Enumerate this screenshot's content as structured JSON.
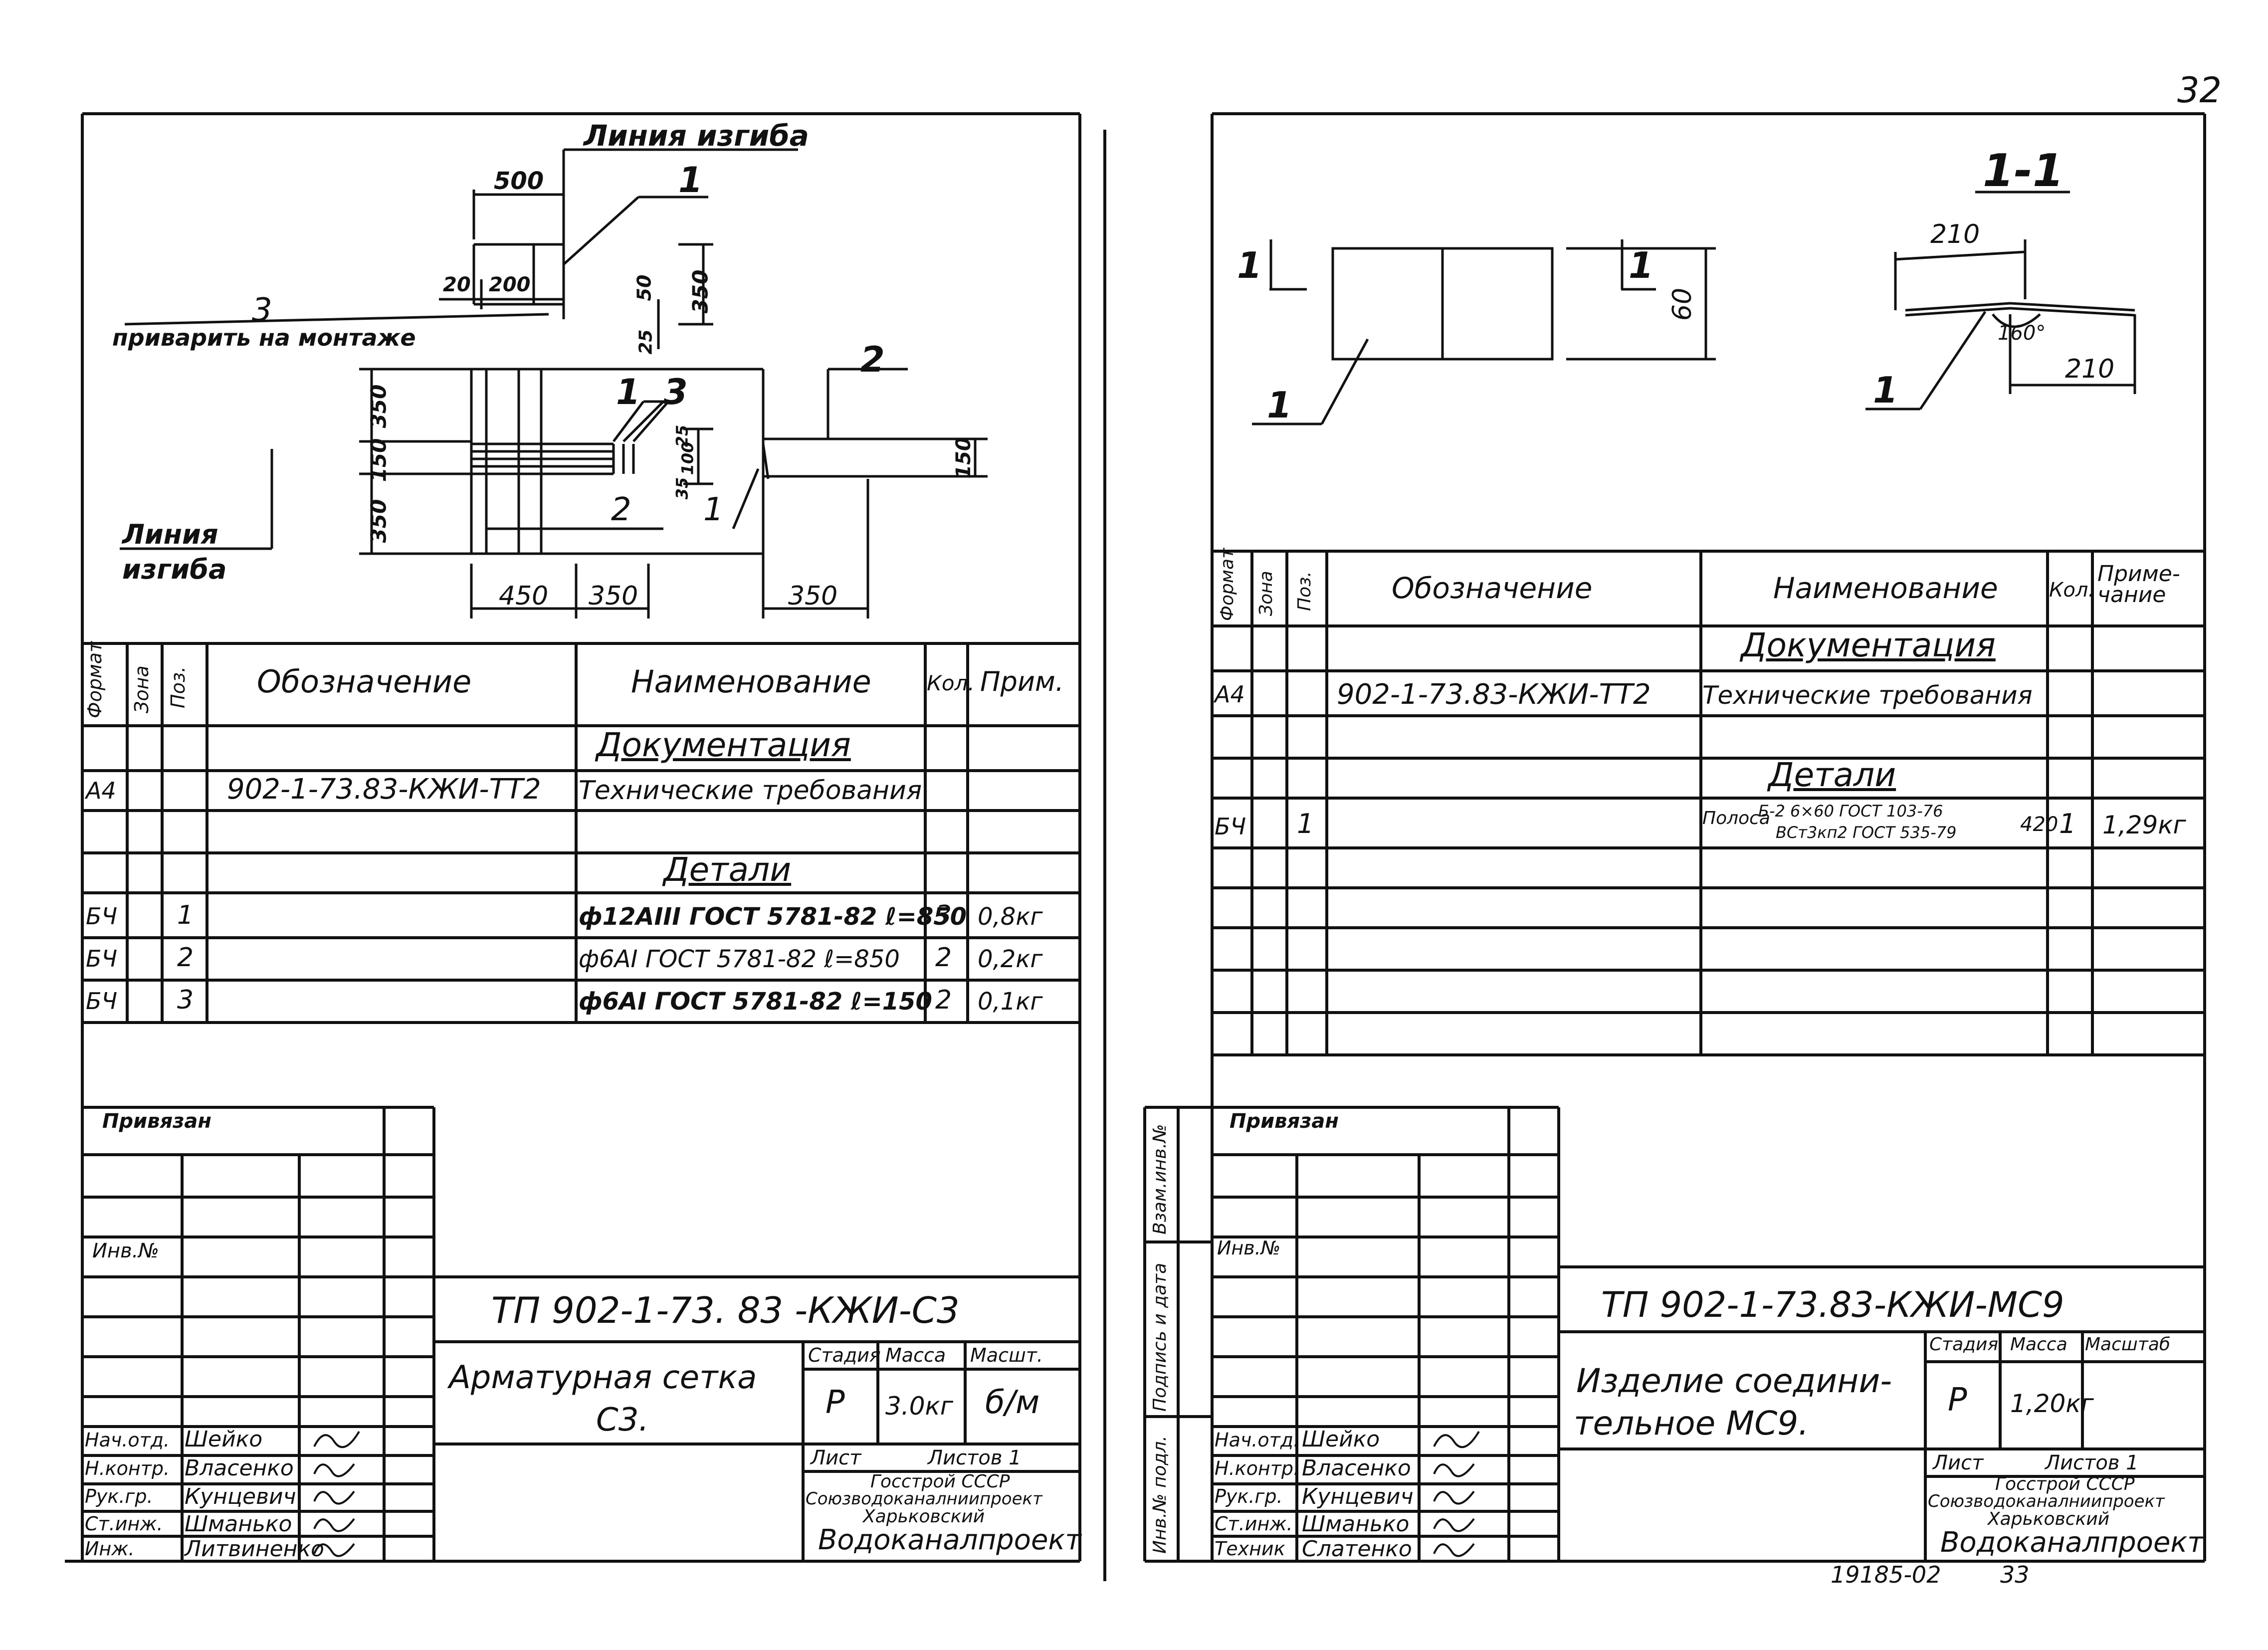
{
  "page_number": "32",
  "bottom_ref": "19185-02",
  "bottom_page": "33",
  "left_sheet": {
    "drawing": {
      "bend_line_top": "Линия изгиба",
      "bend_line_left_1": "Линия",
      "bend_line_left_2": "изгиба",
      "weld_note": "приварить на монтаже",
      "callout_3": "3",
      "callout_1_top": "1",
      "callout_2_right": "2",
      "callout_1_mid": "1",
      "callout_3_mid": "3",
      "callout_2_mid": "2",
      "callout_1_low": "1",
      "dims": {
        "d500": "500",
        "d20": "20",
        "d200": "200",
        "d50": "50",
        "d350_top": "350",
        "d25": "25",
        "d350_a": "350",
        "d150_a": "150",
        "d350_b": "350",
        "d35": "35",
        "d100": "100",
        "d25_b": "25",
        "d150_b": "150",
        "d450": "450",
        "d350_c": "350",
        "d350_d": "350"
      }
    },
    "spec": {
      "headers": [
        "Формат",
        "Зона",
        "Поз.",
        "Обозначение",
        "Наименование",
        "Кол.",
        "Прим."
      ],
      "section_docs": "Документация",
      "doc_row": {
        "format": "А4",
        "designation": "902-1-73.83-КЖИ-ТТ2",
        "name": "Технические требования"
      },
      "section_parts": "Детали",
      "rows": [
        {
          "format": "БЧ",
          "pos": "1",
          "name": "ф12АIII ГОСТ 5781-82 ℓ=850",
          "qty": "3",
          "note": "0,8кг"
        },
        {
          "format": "БЧ",
          "pos": "2",
          "name": "ф6АI  ГОСТ 5781-82  ℓ=850",
          "qty": "2",
          "note": "0,2кг"
        },
        {
          "format": "БЧ",
          "pos": "3",
          "name": "ф6АI ГОСТ 5781-82 ℓ=150",
          "qty": "2",
          "note": "0,1кг"
        }
      ]
    },
    "title_block": {
      "bound": "Привязан",
      "inv": "Инв.№",
      "code": "ТП 902-1-73. 83   -КЖИ-С3",
      "name_1": "Арматурная сетка",
      "name_2": "С3.",
      "stage_label": "Стадия",
      "mass_label": "Масса",
      "scale_label": "Масшт.",
      "stage": "Р",
      "mass": "3.0кг",
      "scale": "б/м",
      "sheet_label": "Лист",
      "sheets_label": "Листов 1",
      "org_1": "Госстрой СССР",
      "org_2": "Союзводоканалниипроект",
      "org_3": "Харьковский",
      "org_4": "Водоканалпроект",
      "people": [
        {
          "role": "Нач.отд.",
          "name": "Шейко"
        },
        {
          "role": "Н.контр.",
          "name": "Власенко"
        },
        {
          "role": "Рук.гр.",
          "name": "Кунцевич"
        },
        {
          "role": "Ст.инж.",
          "name": "Шманько"
        },
        {
          "role": "Инж.",
          "name": "Литвиненко"
        }
      ]
    }
  },
  "right_sheet": {
    "drawing": {
      "section_title": "1-1",
      "cut_left": "1",
      "cut_right": "1",
      "callout_plate": "1",
      "callout_section": "1",
      "dim_60": "60",
      "dim_210_top": "210",
      "dim_210_bottom": "210",
      "angle": "160°"
    },
    "spec": {
      "headers": [
        "Формат",
        "Зона",
        "Поз.",
        "Обозначение",
        "Наименование",
        "Кол.",
        "Приме-чание"
      ],
      "section_docs": "Документация",
      "doc_row": {
        "format": "А4",
        "designation": "902-1-73.83-КЖИ-ТТ2",
        "name": "Технические требования"
      },
      "section_parts": "Детали",
      "part_row": {
        "format": "БЧ",
        "pos": "1",
        "name_prefix": "Полоса",
        "name_top": "Б-2 6×60 ГОСТ 103-76",
        "name_bottom": "ВСт3кп2 ГОСТ 535-79",
        "name_len": "420",
        "qty": "1",
        "note": "1,29кг"
      }
    },
    "side_stamp": [
      "Инв.№ подл.",
      "Подпись и дата",
      "Взам.инв.№"
    ],
    "title_block": {
      "bound": "Привязан",
      "inv": "Инв.№",
      "code": "ТП 902-1-73.83-КЖИ-МС9",
      "name_1": "Изделие соедини-",
      "name_2": "тельное   МС9.",
      "stage_label": "Стадия",
      "mass_label": "Масса",
      "scale_label": "Масштаб",
      "stage": "Р",
      "mass": "1,20кг",
      "sheet_label": "Лист",
      "sheets_label": "Листов 1",
      "org_1": "Госстрой СССР",
      "org_2": "Союзводоканалниипроект",
      "org_3": "Харьковский",
      "org_4": "Водоканалпроект",
      "people": [
        {
          "role": "Нач.отд.",
          "name": "Шейко"
        },
        {
          "role": "Н.контр.",
          "name": "Власенко"
        },
        {
          "role": "Рук.гр.",
          "name": "Кунцевич"
        },
        {
          "role": "Ст.инж.",
          "name": "Шманько"
        },
        {
          "role": "Техник",
          "name": "Слатенко"
        }
      ]
    }
  }
}
